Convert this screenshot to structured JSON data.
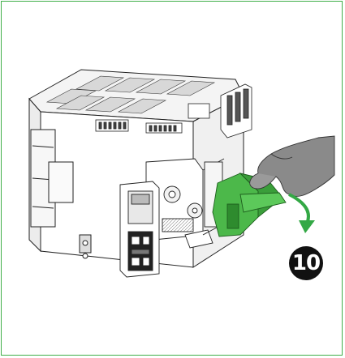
{
  "figure": {
    "step_number": "10",
    "colors": {
      "frame_border": "#3fae49",
      "handle_green": "#4cb84a",
      "handle_green_dark": "#2e8b2e",
      "glove_gray": "#8a8a8a",
      "arrow_green": "#33a845",
      "line_art": "#222222",
      "badge_fill": "#111111"
    },
    "icons": [
      "circuit-breaker-drawing",
      "gloved-hand-icon",
      "rotation-arrow-icon",
      "step-number-badge"
    ]
  }
}
